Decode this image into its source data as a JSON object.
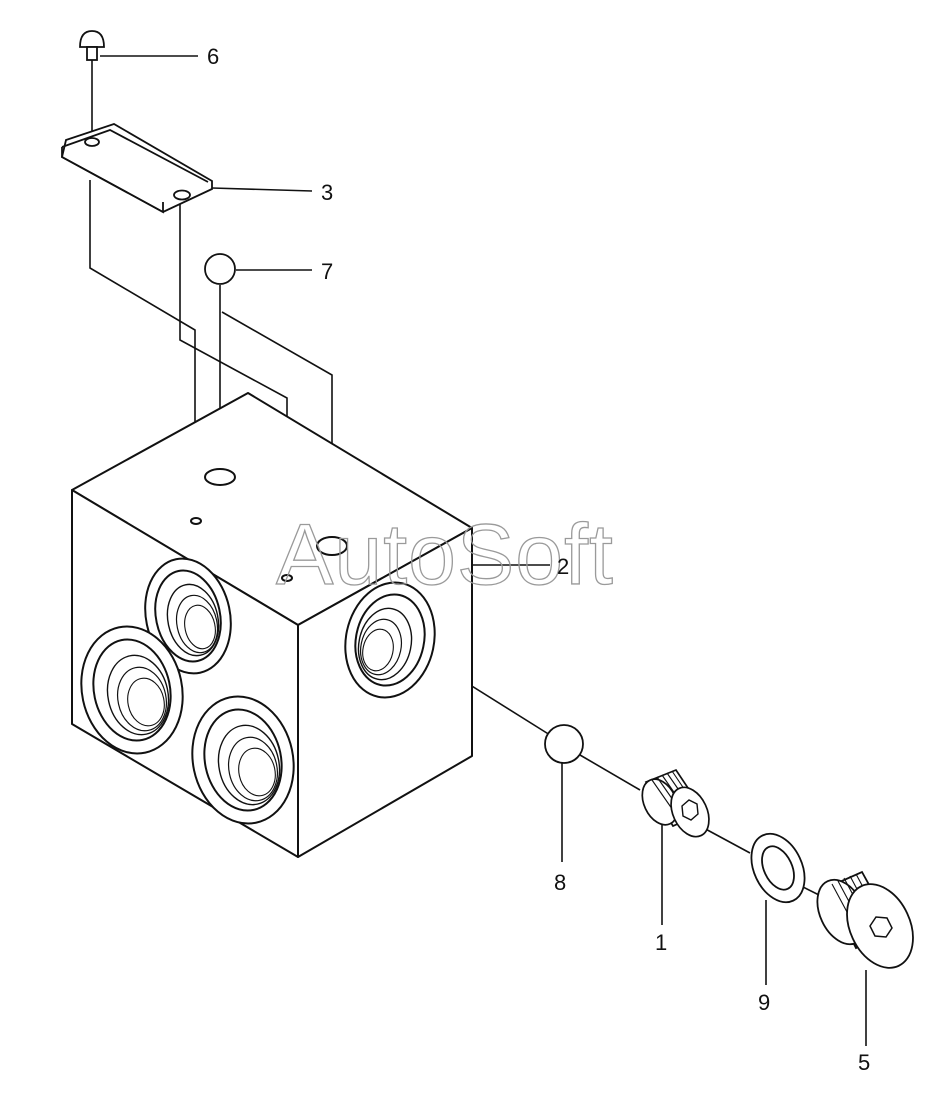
{
  "watermark": "AutoSoft",
  "callouts": {
    "c1": "1",
    "c2": "2",
    "c3": "3",
    "c5": "5",
    "c6": "6",
    "c7": "7",
    "c8": "8",
    "c9": "9"
  }
}
